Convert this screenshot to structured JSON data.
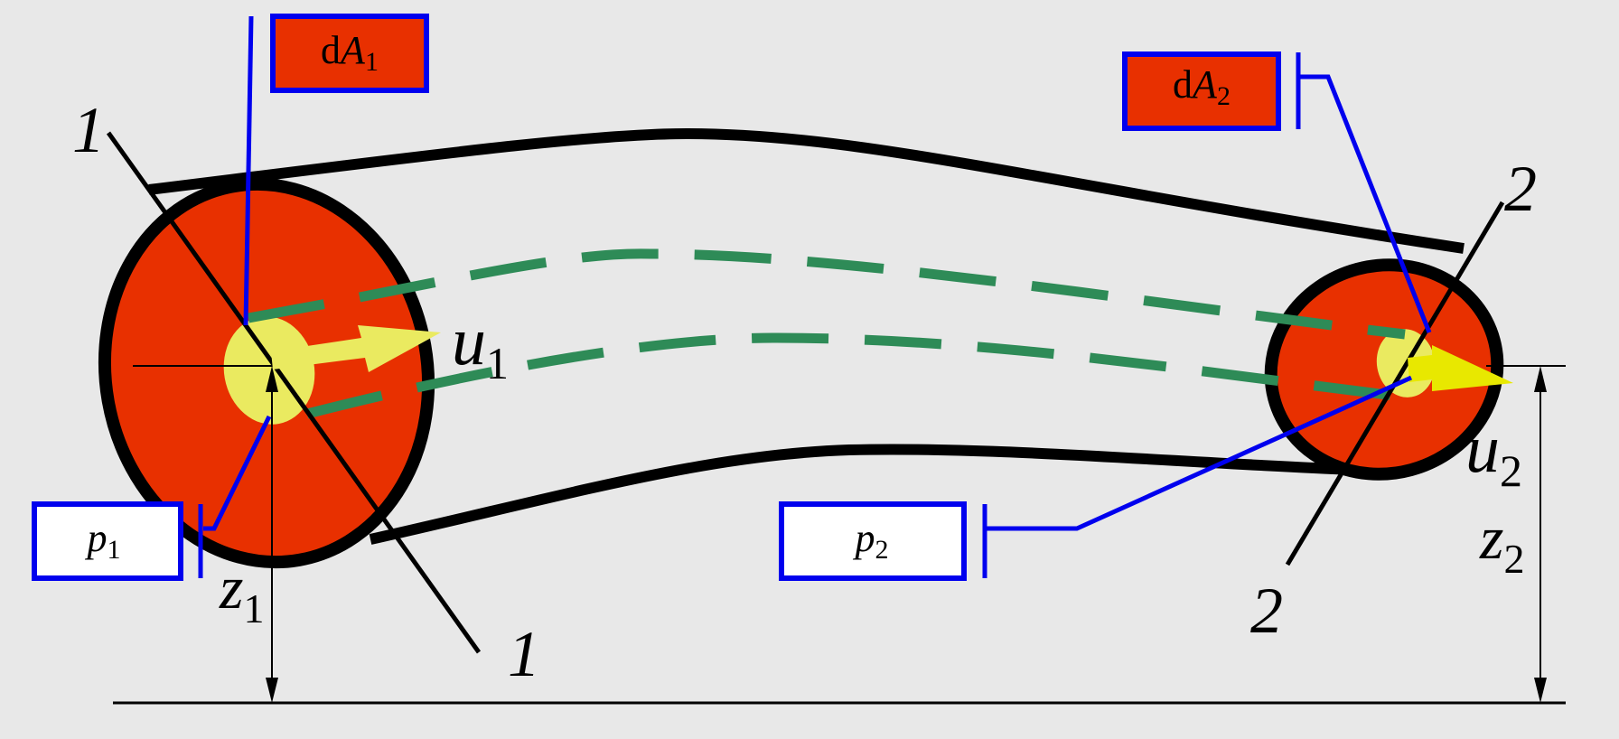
{
  "labels": {
    "section_1_top": "1",
    "section_1_bottom": "1",
    "section_2_top": "2",
    "section_2_bottom": "2",
    "u1_letter": "u",
    "u1_sub": "1",
    "u2_letter": "u",
    "u2_sub": "2",
    "z1_letter": "z",
    "z1_sub": "1",
    "z2_letter": "z",
    "z2_sub": "2"
  },
  "boxes": {
    "dA1": {
      "prefix": "d",
      "letter": "A",
      "sub": "1",
      "fill": "#e83000"
    },
    "dA2": {
      "prefix": "d",
      "letter": "A",
      "sub": "2",
      "fill": "#e83000"
    },
    "p1": {
      "letter": "p",
      "sub": "1",
      "fill": "#ffffff"
    },
    "p2": {
      "letter": "p",
      "sub": "2",
      "fill": "#ffffff"
    }
  },
  "colors": {
    "background": "#e8e8e8",
    "section_fill": "#e83000",
    "elemental_area": "#eaea60",
    "velocity_arrow": "#eaea60",
    "streamline": "#2e8b57",
    "callout": "#0000ee",
    "outline": "#000000"
  }
}
